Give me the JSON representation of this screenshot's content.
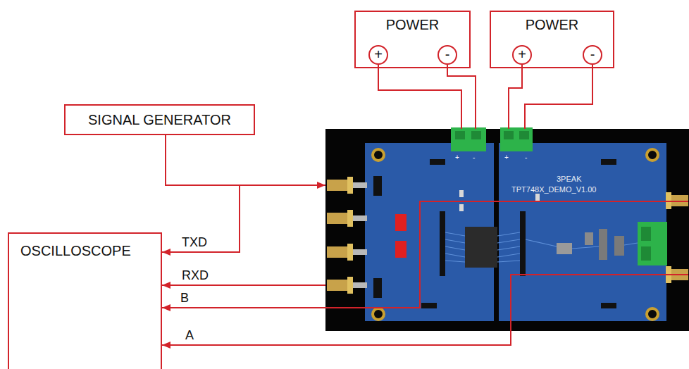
{
  "diagram": {
    "nodes": [
      {
        "text": [
          "POWER"
        ]
      },
      {
        "text": [
          "+"
        ],
        "in": 0
      },
      {
        "text": [
          "-"
        ],
        "in": 0
      },
      {
        "text": [
          "POWER"
        ]
      },
      {
        "text": [
          "+"
        ],
        "in": 3
      },
      {
        "text": [
          "-"
        ],
        "in": 3
      },
      {
        "text": [
          "SIGNAL GENERATOR"
        ]
      },
      {
        "text": [
          "OSCILLOSCOPE"
        ]
      },
      {
        "text": [
          "3PEAK",
          "TPT748X_DEMO_V1.00"
        ]
      }
    ],
    "edges": [
      {
        "from": 1,
        "to": 8,
        "arrow": "none"
      },
      {
        "from": 2,
        "to": 8,
        "arrow": "none"
      },
      {
        "from": 4,
        "to": 8,
        "arrow": "none"
      },
      {
        "from": 5,
        "to": 8,
        "arrow": "none"
      },
      {
        "from": 6,
        "to": 8,
        "arrow": "to"
      },
      {
        "from": 6,
        "to": 7,
        "arrow": "to",
        "label": "TXD"
      },
      {
        "from": 8,
        "to": 7,
        "arrow": "to",
        "label": "RXD"
      },
      {
        "from": 8,
        "to": 7,
        "arrow": "to",
        "label": "B"
      },
      {
        "from": 8,
        "to": 7,
        "arrow": "to",
        "label": "A"
      }
    ],
    "labels": [
      "+",
      "-",
      "+",
      "-"
    ]
  }
}
